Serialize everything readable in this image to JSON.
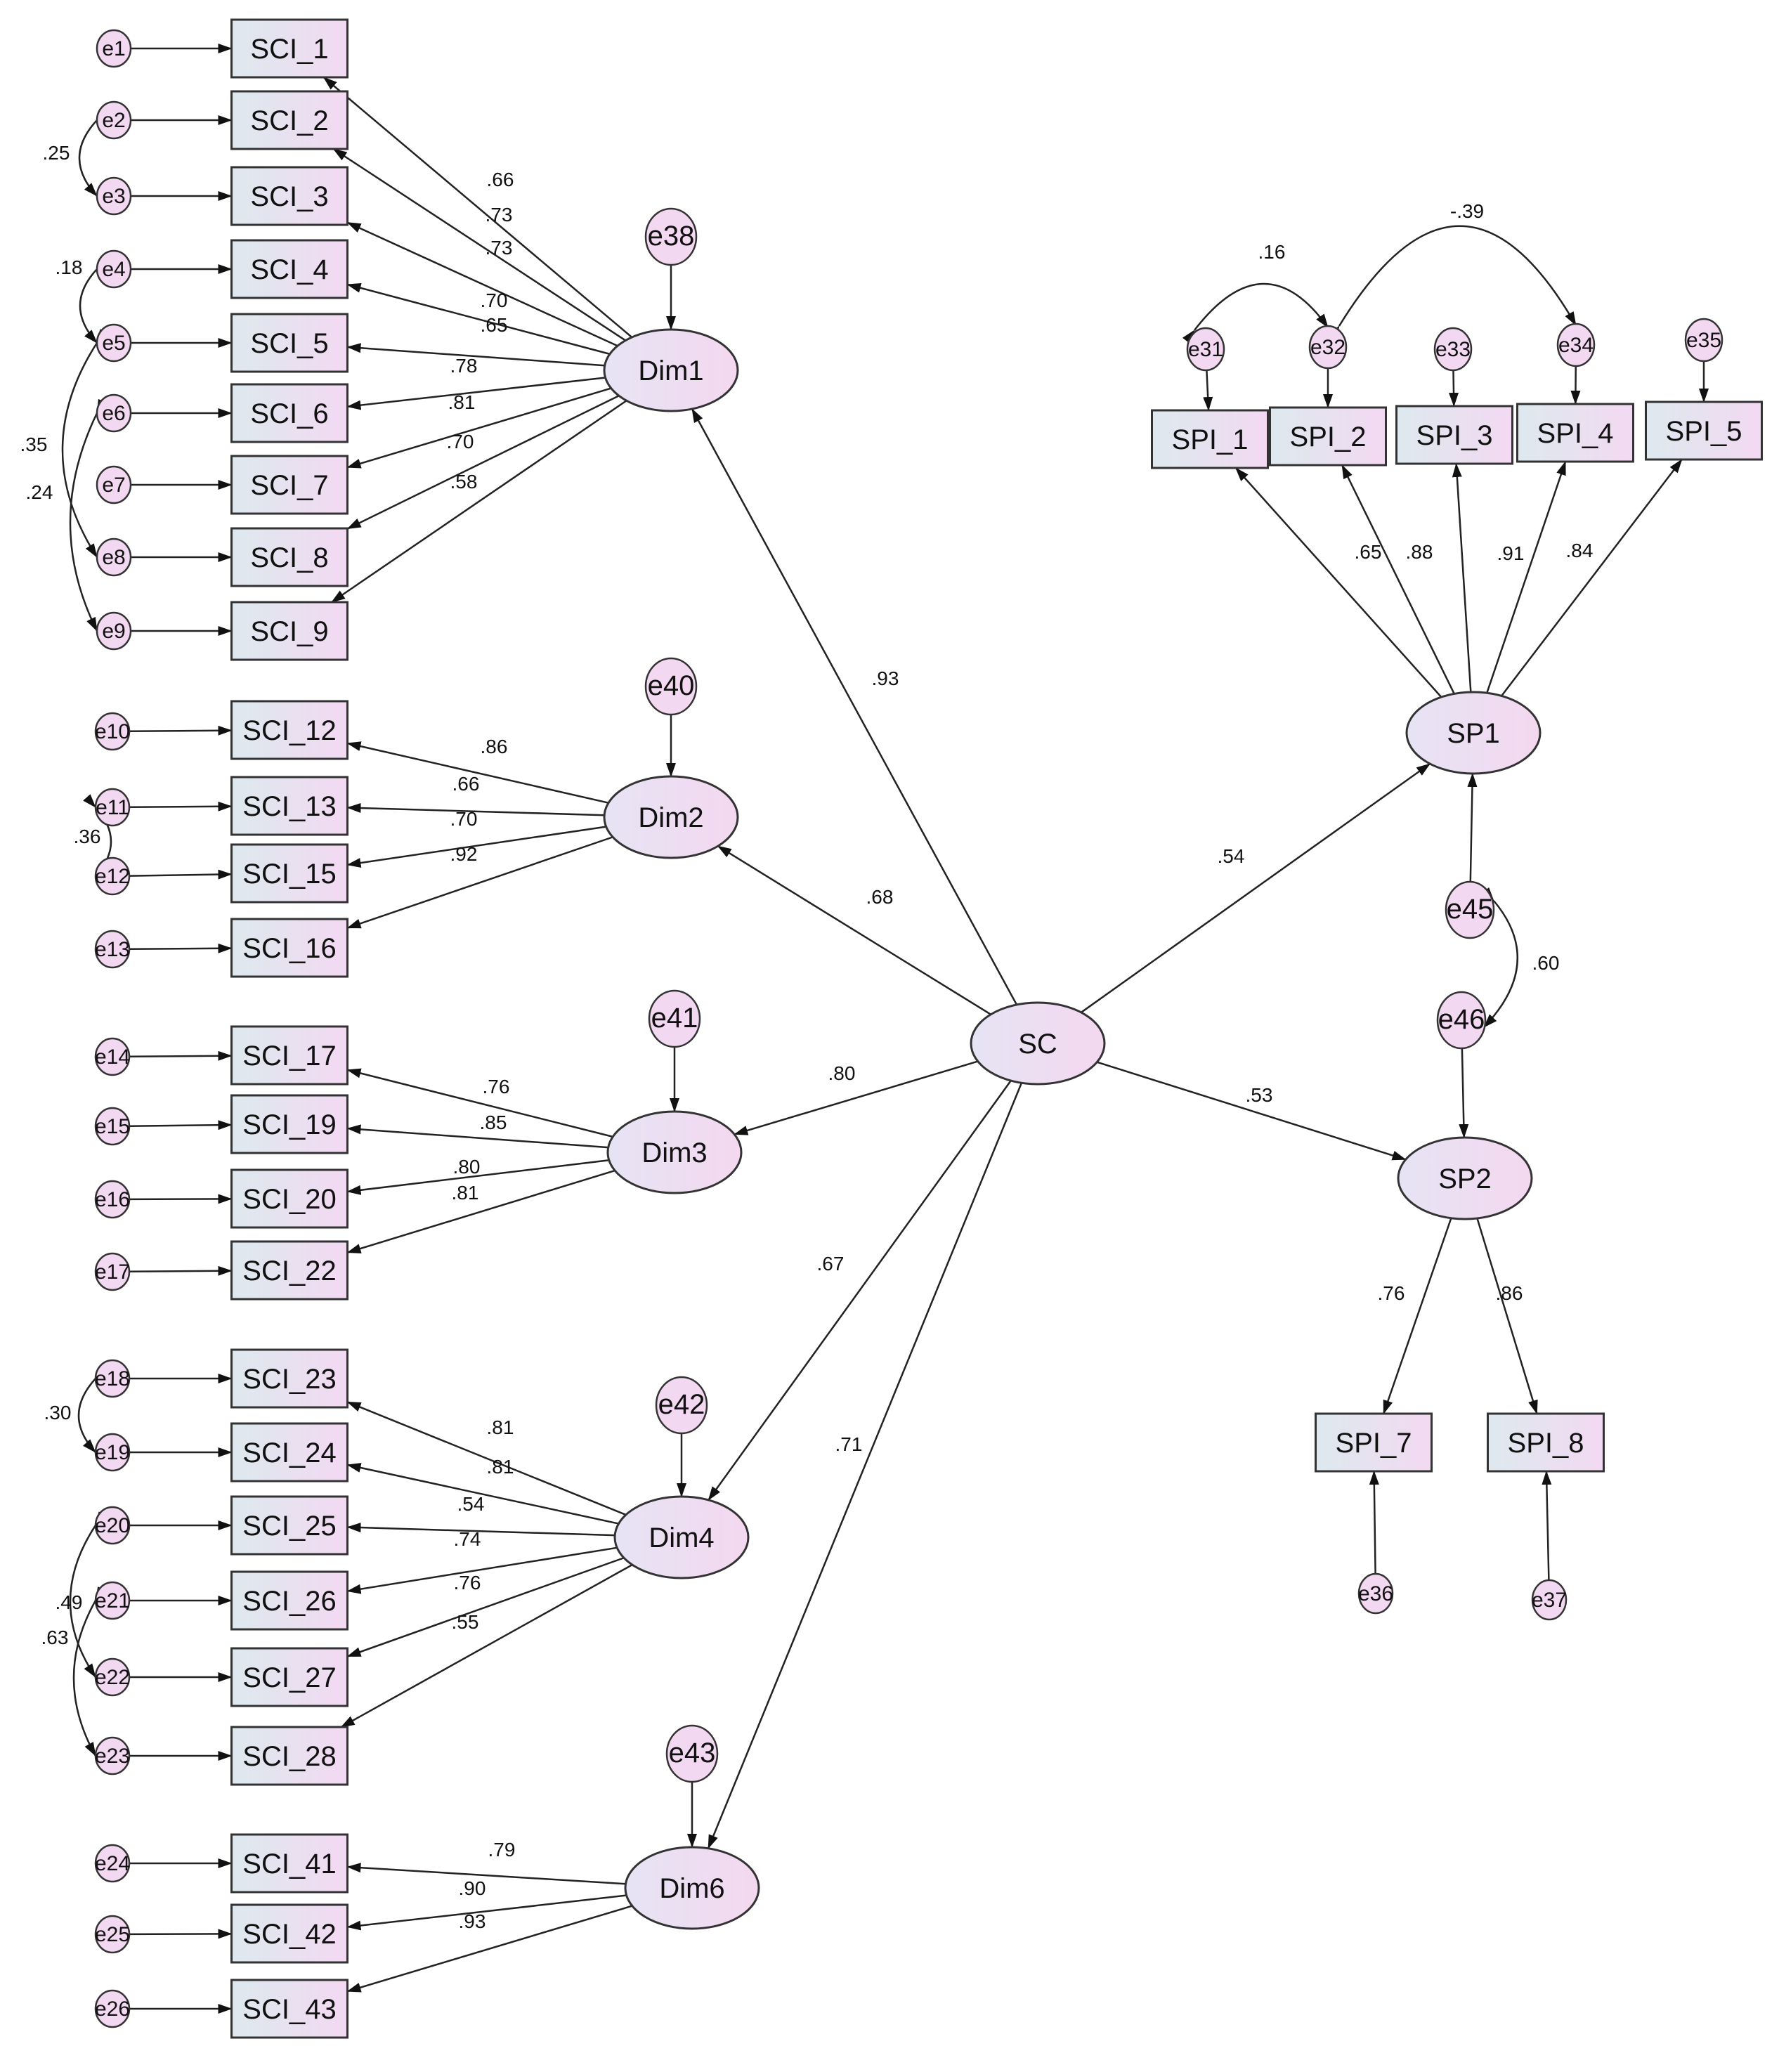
{
  "observed": [
    {
      "id": "SCI_1",
      "label": "SCI_1"
    },
    {
      "id": "SCI_2",
      "label": "SCI_2"
    },
    {
      "id": "SCI_3",
      "label": "SCI_3"
    },
    {
      "id": "SCI_4",
      "label": "SCI_4"
    },
    {
      "id": "SCI_5",
      "label": "SCI_5"
    },
    {
      "id": "SCI_6",
      "label": "SCI_6"
    },
    {
      "id": "SCI_7",
      "label": "SCI_7"
    },
    {
      "id": "SCI_8",
      "label": "SCI_8"
    },
    {
      "id": "SCI_9",
      "label": "SCI_9"
    },
    {
      "id": "SCI_12",
      "label": "SCI_12"
    },
    {
      "id": "SCI_13",
      "label": "SCI_13"
    },
    {
      "id": "SCI_15",
      "label": "SCI_15"
    },
    {
      "id": "SCI_16",
      "label": "SCI_16"
    },
    {
      "id": "SCI_17",
      "label": "SCI_17"
    },
    {
      "id": "SCI_19",
      "label": "SCI_19"
    },
    {
      "id": "SCI_20",
      "label": "SCI_20"
    },
    {
      "id": "SCI_22",
      "label": "SCI_22"
    },
    {
      "id": "SCI_23",
      "label": "SCI_23"
    },
    {
      "id": "SCI_24",
      "label": "SCI_24"
    },
    {
      "id": "SCI_25",
      "label": "SCI_25"
    },
    {
      "id": "SCI_26",
      "label": "SCI_26"
    },
    {
      "id": "SCI_27",
      "label": "SCI_27"
    },
    {
      "id": "SCI_28",
      "label": "SCI_28"
    },
    {
      "id": "SCI_41",
      "label": "SCI_41"
    },
    {
      "id": "SCI_42",
      "label": "SCI_42"
    },
    {
      "id": "SCI_43",
      "label": "SCI_43"
    },
    {
      "id": "SPI_1",
      "label": "SPI_1"
    },
    {
      "id": "SPI_2",
      "label": "SPI_2"
    },
    {
      "id": "SPI_3",
      "label": "SPI_3"
    },
    {
      "id": "SPI_4",
      "label": "SPI_4"
    },
    {
      "id": "SPI_5",
      "label": "SPI_5"
    },
    {
      "id": "SPI_7",
      "label": "SPI_7"
    },
    {
      "id": "SPI_8",
      "label": "SPI_8"
    }
  ],
  "latents": [
    {
      "id": "SC",
      "label": "SC"
    },
    {
      "id": "Dim1",
      "label": "Dim1"
    },
    {
      "id": "Dim2",
      "label": "Dim2"
    },
    {
      "id": "Dim3",
      "label": "Dim3"
    },
    {
      "id": "Dim4",
      "label": "Dim4"
    },
    {
      "id": "Dim6",
      "label": "Dim6"
    },
    {
      "id": "SP1",
      "label": "SP1"
    },
    {
      "id": "SP2",
      "label": "SP2"
    }
  ],
  "errors": [
    {
      "id": "e1",
      "label": "e1"
    },
    {
      "id": "e2",
      "label": "e2"
    },
    {
      "id": "e3",
      "label": "e3"
    },
    {
      "id": "e4",
      "label": "e4"
    },
    {
      "id": "e5",
      "label": "e5"
    },
    {
      "id": "e6",
      "label": "e6"
    },
    {
      "id": "e7",
      "label": "e7"
    },
    {
      "id": "e8",
      "label": "e8"
    },
    {
      "id": "e9",
      "label": "e9"
    },
    {
      "id": "e10",
      "label": "e10"
    },
    {
      "id": "e11",
      "label": "e11"
    },
    {
      "id": "e12",
      "label": "e12"
    },
    {
      "id": "e13",
      "label": "e13"
    },
    {
      "id": "e14",
      "label": "e14"
    },
    {
      "id": "e15",
      "label": "e15"
    },
    {
      "id": "e16",
      "label": "e16"
    },
    {
      "id": "e17",
      "label": "e17"
    },
    {
      "id": "e18",
      "label": "e18"
    },
    {
      "id": "e19",
      "label": "e19"
    },
    {
      "id": "e20",
      "label": "e20"
    },
    {
      "id": "e21",
      "label": "e21"
    },
    {
      "id": "e22",
      "label": "e22"
    },
    {
      "id": "e23",
      "label": "e23"
    },
    {
      "id": "e24",
      "label": "e24"
    },
    {
      "id": "e25",
      "label": "e25"
    },
    {
      "id": "e26",
      "label": "e26"
    },
    {
      "id": "e31",
      "label": "e31"
    },
    {
      "id": "e32",
      "label": "e32"
    },
    {
      "id": "e33",
      "label": "e33"
    },
    {
      "id": "e34",
      "label": "e34"
    },
    {
      "id": "e35",
      "label": "e35"
    },
    {
      "id": "e36",
      "label": "e36"
    },
    {
      "id": "e37",
      "label": "e37"
    },
    {
      "id": "e38",
      "label": "e38"
    },
    {
      "id": "e40",
      "label": "e40"
    },
    {
      "id": "e41",
      "label": "e41"
    },
    {
      "id": "e42",
      "label": "e42"
    },
    {
      "id": "e43",
      "label": "e43"
    },
    {
      "id": "e45",
      "label": "e45"
    },
    {
      "id": "e46",
      "label": "e46"
    }
  ],
  "paths": [
    {
      "from": "Dim1",
      "to": "SCI_1",
      "coef": ".66"
    },
    {
      "from": "Dim1",
      "to": "SCI_2",
      "coef": ".73"
    },
    {
      "from": "Dim1",
      "to": "SCI_3",
      "coef": ".73"
    },
    {
      "from": "Dim1",
      "to": "SCI_4",
      "coef": ".70"
    },
    {
      "from": "Dim1",
      "to": "SCI_5",
      "coef": ".65"
    },
    {
      "from": "Dim1",
      "to": "SCI_6",
      "coef": ".78"
    },
    {
      "from": "Dim1",
      "to": "SCI_7",
      "coef": ".81"
    },
    {
      "from": "Dim1",
      "to": "SCI_8",
      "coef": ".70"
    },
    {
      "from": "Dim1",
      "to": "SCI_9",
      "coef": ".58"
    },
    {
      "from": "Dim2",
      "to": "SCI_12",
      "coef": ".86"
    },
    {
      "from": "Dim2",
      "to": "SCI_13",
      "coef": ".66"
    },
    {
      "from": "Dim2",
      "to": "SCI_15",
      "coef": ".70"
    },
    {
      "from": "Dim2",
      "to": "SCI_16",
      "coef": ".92"
    },
    {
      "from": "Dim3",
      "to": "SCI_17",
      "coef": ".76"
    },
    {
      "from": "Dim3",
      "to": "SCI_19",
      "coef": ".85"
    },
    {
      "from": "Dim3",
      "to": "SCI_20",
      "coef": ".80"
    },
    {
      "from": "Dim3",
      "to": "SCI_22",
      "coef": ".81"
    },
    {
      "from": "Dim4",
      "to": "SCI_23",
      "coef": ".81"
    },
    {
      "from": "Dim4",
      "to": "SCI_24",
      "coef": ".81"
    },
    {
      "from": "Dim4",
      "to": "SCI_25",
      "coef": ".54"
    },
    {
      "from": "Dim4",
      "to": "SCI_26",
      "coef": ".74"
    },
    {
      "from": "Dim4",
      "to": "SCI_27",
      "coef": ".76"
    },
    {
      "from": "Dim4",
      "to": "SCI_28",
      "coef": ".55"
    },
    {
      "from": "Dim6",
      "to": "SCI_41",
      "coef": ".79"
    },
    {
      "from": "Dim6",
      "to": "SCI_42",
      "coef": ".90"
    },
    {
      "from": "Dim6",
      "to": "SCI_43",
      "coef": ".93"
    },
    {
      "from": "SC",
      "to": "Dim1",
      "coef": ".93"
    },
    {
      "from": "SC",
      "to": "Dim2",
      "coef": ".68"
    },
    {
      "from": "SC",
      "to": "Dim3",
      "coef": ".80"
    },
    {
      "from": "SC",
      "to": "Dim4",
      "coef": ".67"
    },
    {
      "from": "SC",
      "to": "Dim6",
      "coef": ".71"
    },
    {
      "from": "SC",
      "to": "SP1",
      "coef": ".54"
    },
    {
      "from": "SC",
      "to": "SP2",
      "coef": ".53"
    },
    {
      "from": "SP1",
      "to": "SPI_1",
      "coef": ".65"
    },
    {
      "from": "SP1",
      "to": "SPI_2",
      "coef": ".88"
    },
    {
      "from": "SP1",
      "to": "SPI_3",
      "coef": ""
    },
    {
      "from": "SP1",
      "to": "SPI_4",
      "coef": ".91"
    },
    {
      "from": "SP1",
      "to": "SPI_5",
      "coef": ".84"
    },
    {
      "from": "SP2",
      "to": "SPI_7",
      "coef": ".76"
    },
    {
      "from": "SP2",
      "to": "SPI_8",
      "coef": ".86"
    }
  ],
  "error_paths": [
    {
      "from": "e1",
      "to": "SCI_1"
    },
    {
      "from": "e2",
      "to": "SCI_2"
    },
    {
      "from": "e3",
      "to": "SCI_3"
    },
    {
      "from": "e4",
      "to": "SCI_4"
    },
    {
      "from": "e5",
      "to": "SCI_5"
    },
    {
      "from": "e6",
      "to": "SCI_6"
    },
    {
      "from": "e7",
      "to": "SCI_7"
    },
    {
      "from": "e8",
      "to": "SCI_8"
    },
    {
      "from": "e9",
      "to": "SCI_9"
    },
    {
      "from": "e10",
      "to": "SCI_12"
    },
    {
      "from": "e11",
      "to": "SCI_13"
    },
    {
      "from": "e12",
      "to": "SCI_15"
    },
    {
      "from": "e13",
      "to": "SCI_16"
    },
    {
      "from": "e14",
      "to": "SCI_17"
    },
    {
      "from": "e15",
      "to": "SCI_19"
    },
    {
      "from": "e16",
      "to": "SCI_20"
    },
    {
      "from": "e17",
      "to": "SCI_22"
    },
    {
      "from": "e18",
      "to": "SCI_23"
    },
    {
      "from": "e19",
      "to": "SCI_24"
    },
    {
      "from": "e20",
      "to": "SCI_25"
    },
    {
      "from": "e21",
      "to": "SCI_26"
    },
    {
      "from": "e22",
      "to": "SCI_27"
    },
    {
      "from": "e23",
      "to": "SCI_28"
    },
    {
      "from": "e24",
      "to": "SCI_41"
    },
    {
      "from": "e25",
      "to": "SCI_42"
    },
    {
      "from": "e26",
      "to": "SCI_43"
    },
    {
      "from": "e31",
      "to": "SPI_1"
    },
    {
      "from": "e32",
      "to": "SPI_2"
    },
    {
      "from": "e33",
      "to": "SPI_3"
    },
    {
      "from": "e34",
      "to": "SPI_4"
    },
    {
      "from": "e35",
      "to": "SPI_5"
    },
    {
      "from": "e36",
      "to": "SPI_7"
    },
    {
      "from": "e37",
      "to": "SPI_8"
    },
    {
      "from": "e38",
      "to": "Dim1"
    },
    {
      "from": "e40",
      "to": "Dim2"
    },
    {
      "from": "e41",
      "to": "Dim3"
    },
    {
      "from": "e42",
      "to": "Dim4"
    },
    {
      "from": "e43",
      "to": "Dim6"
    },
    {
      "from": "e45",
      "to": "SP1"
    },
    {
      "from": "e46",
      "to": "SP2"
    }
  ],
  "covariances": [
    {
      "a": "e2",
      "b": "e3",
      "coef": ".25"
    },
    {
      "a": "e4",
      "b": "e5",
      "coef": ".18"
    },
    {
      "a": "e5",
      "b": "e8",
      "coef": ".35"
    },
    {
      "a": "e6",
      "b": "e9",
      "coef": ".24"
    },
    {
      "a": "e11",
      "b": "e12",
      "coef": ".36"
    },
    {
      "a": "e18",
      "b": "e19",
      "coef": ".30"
    },
    {
      "a": "e20",
      "b": "e22",
      "coef": ".49"
    },
    {
      "a": "e21",
      "b": "e23",
      "coef": ".63"
    },
    {
      "a": "e31",
      "b": "e32",
      "coef": ".16"
    },
    {
      "a": "e32",
      "b": "e34",
      "coef": "-.39"
    },
    {
      "a": "e45",
      "b": "e46",
      "coef": ".60"
    }
  ],
  "colors": {
    "box_left": "#dde9ee",
    "box_right": "#f3d9f2",
    "latent_left": "#e6e4f4",
    "latent_right": "#f4d8f0",
    "error_fill": "#f2d8f0",
    "stroke": "#222222"
  }
}
